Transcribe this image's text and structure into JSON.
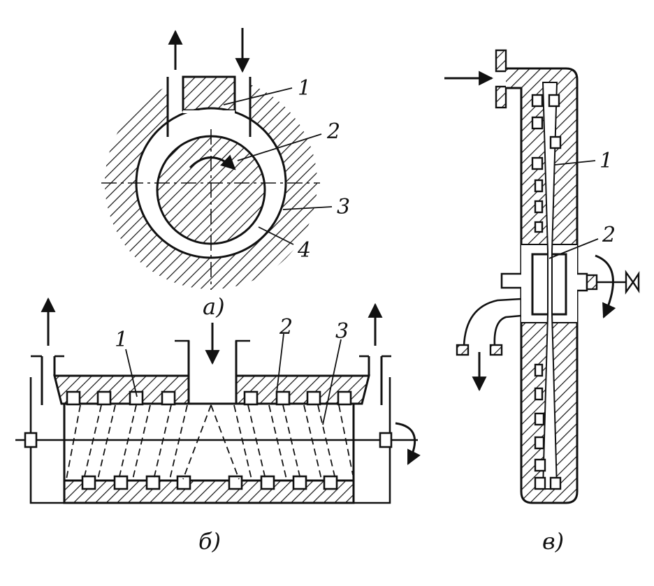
{
  "colors": {
    "ink": "#111111",
    "background": "#ffffff"
  },
  "figure_a": {
    "caption": "а)",
    "labels": {
      "one": "1",
      "two": "2",
      "three": "3",
      "four": "4"
    }
  },
  "figure_b": {
    "caption": "б)",
    "labels": {
      "one": "1",
      "two": "2",
      "three": "3"
    }
  },
  "figure_c": {
    "caption": "в)",
    "labels": {
      "one": "1",
      "two": "2"
    }
  },
  "icons": [
    "arrow-up-icon",
    "arrow-down-icon",
    "arrow-right-icon",
    "rotation-arrow-icon",
    "bearing-icon",
    "pulley-icon"
  ]
}
